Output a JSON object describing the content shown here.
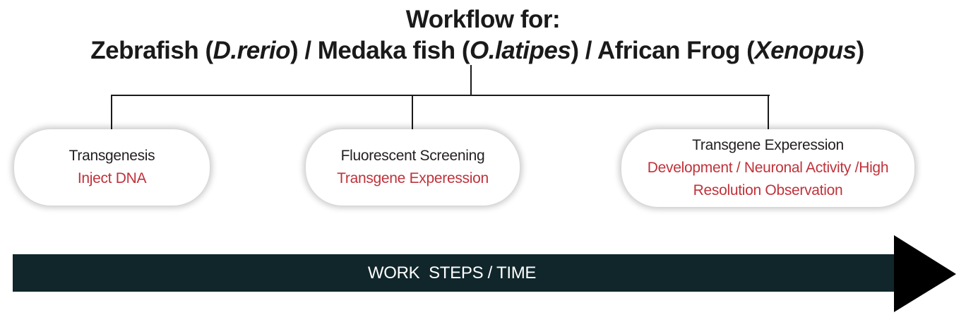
{
  "title": {
    "line1": "Workflow for:",
    "line2": {
      "p1": "Zebrafish (",
      "species1": "D.rerio",
      "p2": ") / Medaka fish (",
      "species2": "O.latipes",
      "p3": ") / African Frog (",
      "species3": "Xenopus",
      "p4": ")"
    }
  },
  "steps": [
    {
      "label": "Transgenesis",
      "detail": "Inject DNA"
    },
    {
      "label": "Fluorescent Screening",
      "detail": "Transgene Experession"
    },
    {
      "label": "Transgene Experession",
      "detail_line1": "Development / Neuronal Activity /High",
      "detail_line2": "Resolution Observation"
    }
  ],
  "timeline": {
    "label": "WORK  STEPS / TIME"
  },
  "colors": {
    "title": "#1a1a1a",
    "step_label": "#231f20",
    "step_detail": "#c0323a",
    "arrow_body": "#10262b",
    "arrow_head": "#000000",
    "connector": "#1a1a1a"
  }
}
